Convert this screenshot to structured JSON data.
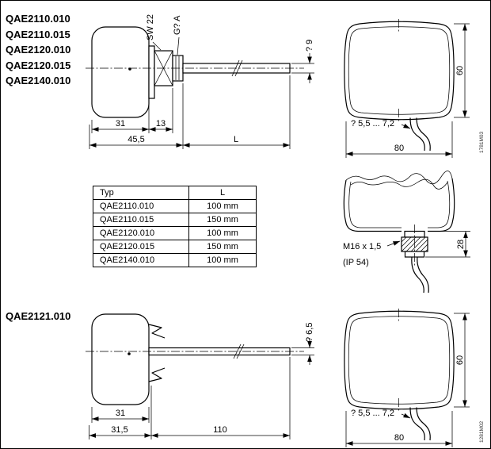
{
  "page": {
    "models_top": [
      "QAE2110.010",
      "QAE2110.015",
      "QAE2120.010",
      "QAE2120.015",
      "QAE2140.010"
    ],
    "model_bottom": "QAE2121.010"
  },
  "table": {
    "col_typ": "Typ",
    "col_l": "L",
    "rows": [
      {
        "typ": "QAE2110.010",
        "l": "100 mm"
      },
      {
        "typ": "QAE2110.015",
        "l": "150 mm"
      },
      {
        "typ": "QAE2120.010",
        "l": "100 mm"
      },
      {
        "typ": "QAE2120.015",
        "l": "150 mm"
      },
      {
        "typ": "QAE2140.010",
        "l": "100 mm"
      }
    ]
  },
  "probe_drawing": {
    "label_sw": "SW 22",
    "label_thread": "G? A",
    "label_dia": "? 9",
    "dim_body": "31",
    "dim_nut": "13",
    "dim_head": "45,5",
    "dim_length": "L"
  },
  "housing_front_top": {
    "dim_height": "60",
    "dim_width": "80",
    "label_cable": "? 5,5 ... 7,2",
    "ref_code": "1781M03"
  },
  "housing_bottom": {
    "label_gland": "M16 x 1,5",
    "label_ip": "(IP 54)",
    "dim_gland": "28"
  },
  "strapon_drawing": {
    "label_dia": "? 6,5",
    "dim_body": "31",
    "dim_head": "31,5",
    "dim_length": "110"
  },
  "housing_front_bottom": {
    "dim_height": "60",
    "dim_width": "80",
    "label_cable": "? 5,5 ... 7,2",
    "ref_code": "1281M02"
  },
  "colors": {
    "ink": "#000000",
    "paper": "#ffffff"
  }
}
